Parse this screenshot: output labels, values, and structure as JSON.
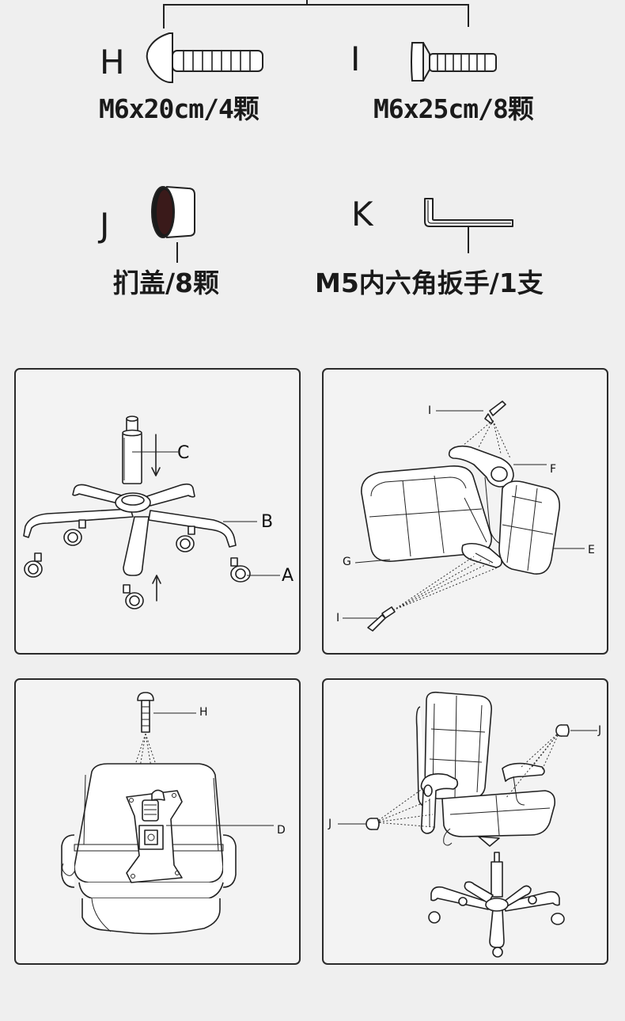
{
  "parts": [
    {
      "letter": "H",
      "spec": "M6x20cm/4颗",
      "icon": "round-head-bolt-icon"
    },
    {
      "letter": "I",
      "spec": "M6x25cm/8颗",
      "icon": "flat-head-bolt-icon"
    },
    {
      "letter": "J",
      "spec": "扪盖/8颗",
      "icon": "cap-icon"
    },
    {
      "letter": "K",
      "spec": "M5内六角扳手/1支",
      "icon": "hex-key-icon"
    }
  ],
  "steps": [
    {
      "labels": [
        "C",
        "B",
        "A"
      ]
    },
    {
      "labels": [
        "I",
        "F",
        "E",
        "G",
        "I"
      ]
    },
    {
      "labels": [
        "H",
        "D"
      ]
    },
    {
      "labels": [
        "J",
        "J"
      ]
    }
  ],
  "colors": {
    "background": "#efefef",
    "line": "#222222",
    "panel_border": "#2b2b2b"
  }
}
